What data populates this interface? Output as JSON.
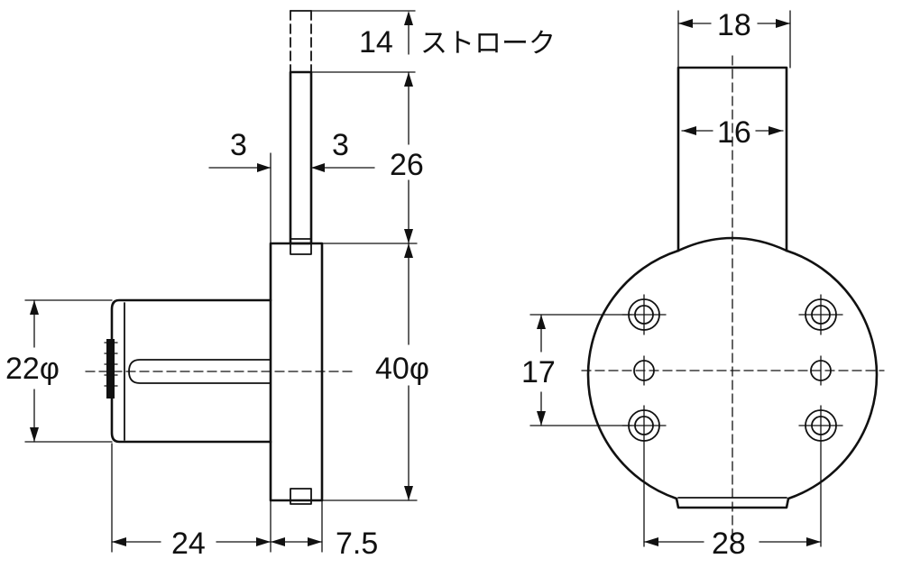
{
  "side_view": {
    "dims": {
      "stroke_value": "14",
      "stroke_label": "ストローク",
      "arm_width_left": "3",
      "arm_width_right": "3",
      "arm_length": "26",
      "flange_diameter": "40φ",
      "cylinder_diameter": "22φ",
      "body_length": "24",
      "flange_thickness": "7.5"
    }
  },
  "front_view": {
    "dims": {
      "arm_outer_width": "18",
      "arm_inner_width": "16",
      "hole_pitch_vertical": "17",
      "hole_pitch_horizontal": "28"
    }
  }
}
